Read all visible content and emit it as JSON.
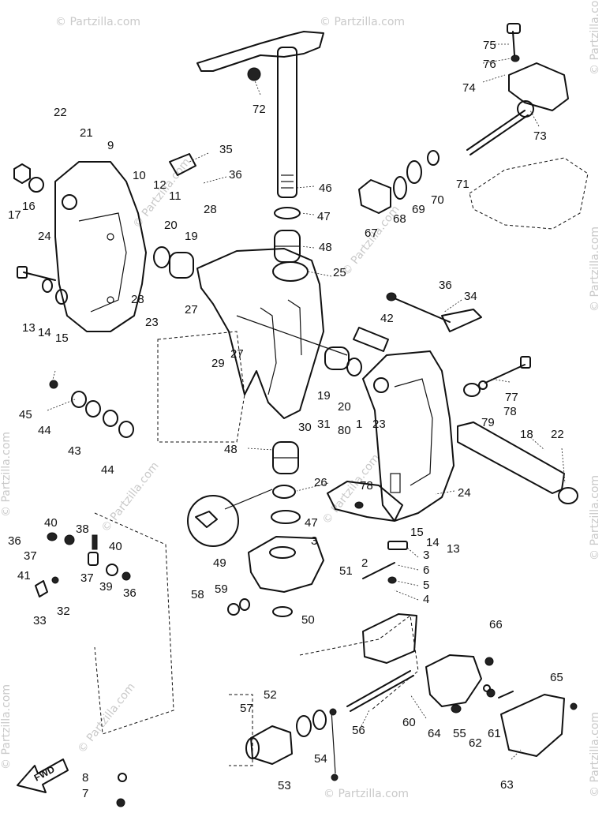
{
  "watermark": "© Partzilla.com",
  "direction_label": "FWD",
  "callouts": [
    "75",
    "76",
    "74",
    "73",
    "72",
    "22",
    "21",
    "9",
    "35",
    "36",
    "10",
    "12",
    "11",
    "46",
    "47",
    "48",
    "67",
    "68",
    "69",
    "70",
    "71",
    "17",
    "16",
    "20",
    "19",
    "28",
    "24",
    "13",
    "14",
    "15",
    "23",
    "27",
    "25",
    "36",
    "34",
    "42",
    "28",
    "27",
    "29",
    "19",
    "20",
    "77",
    "78",
    "79",
    "45",
    "44",
    "43",
    "44",
    "30",
    "31",
    "80",
    "1",
    "23",
    "78",
    "18",
    "22",
    "48",
    "26",
    "24",
    "15",
    "14",
    "13",
    "40",
    "38",
    "36",
    "37",
    "40",
    "47",
    "3",
    "3",
    "6",
    "5",
    "4",
    "41",
    "37",
    "39",
    "36",
    "49",
    "2",
    "51",
    "33",
    "32",
    "58",
    "59",
    "50",
    "66",
    "65",
    "57",
    "52",
    "56",
    "60",
    "64",
    "55",
    "62",
    "61",
    "54",
    "53",
    "8",
    "7",
    "63"
  ]
}
